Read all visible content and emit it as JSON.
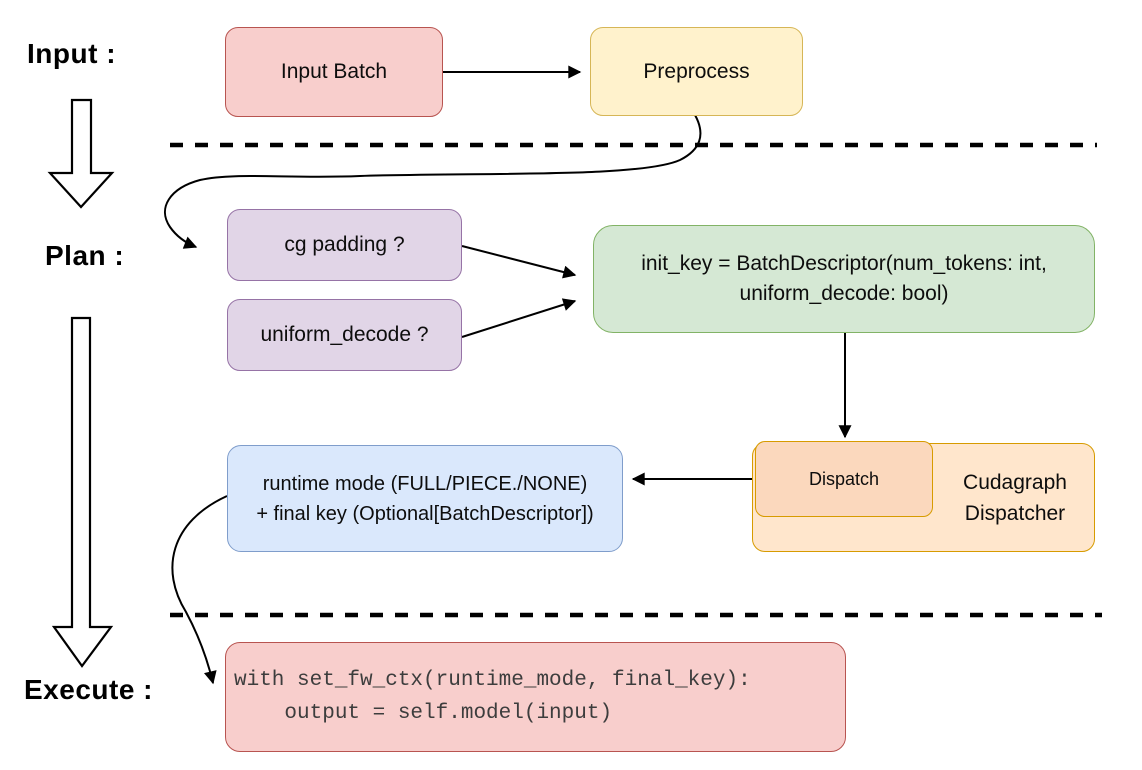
{
  "stage_labels": {
    "input": "Input :",
    "plan": "Plan :",
    "execute": "Execute :"
  },
  "nodes": {
    "input_batch": {
      "text": "Input Batch",
      "fill": "#f8cecc",
      "stroke": "#b85450"
    },
    "preprocess": {
      "text": "Preprocess",
      "fill": "#fff2cc",
      "stroke": "#d6b656"
    },
    "cg_padding": {
      "text": "cg padding ?",
      "fill": "#e1d5e7",
      "stroke": "#9673a6"
    },
    "uniform_decode": {
      "text": "uniform_decode ?",
      "fill": "#e1d5e7",
      "stroke": "#9673a6"
    },
    "init_key": {
      "line1": "init_key = BatchDescriptor(num_tokens: int,",
      "line2": "uniform_decode: bool)",
      "fill": "#d5e8d4",
      "stroke": "#82b366"
    },
    "dispatch": {
      "text": "Dispatch",
      "fill": "#fbd8bd",
      "stroke": "#d79b00"
    },
    "cudagraph_dispatcher": {
      "line1": "Cudagraph",
      "line2": "Dispatcher",
      "fill": "#ffe6cc",
      "stroke": "#d79b00"
    },
    "runtime_mode": {
      "line1": "runtime mode (FULL/PIECE./NONE)",
      "line2": "+ final key (Optional[BatchDescriptor])",
      "fill": "#dae8fc",
      "stroke": "#7f9dcb"
    },
    "execute_code": {
      "line1": "with set_fw_ctx(runtime_mode, final_key):",
      "line2": "    output = self.model(input)",
      "fill": "#f8cecc",
      "stroke": "#b85450"
    }
  },
  "wire_color": "#000000"
}
